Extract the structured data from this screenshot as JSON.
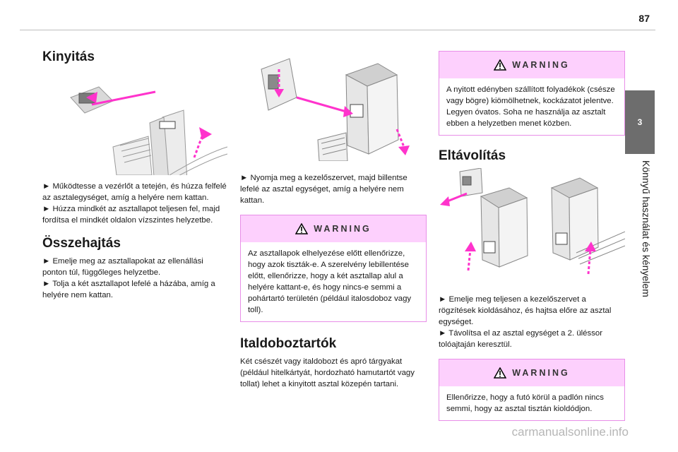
{
  "page_number": "87",
  "chapter": {
    "number": "3",
    "title": "Könnyű használat és kényelem"
  },
  "col1": {
    "heading1": "Kinyitás",
    "steps1": [
      "► Működtesse a vezérlőt a tetején, és húzza felfelé az asztalegységet, amíg a helyére nem kattan.",
      "► Húzza mindkét az asztallapot teljesen fel, majd fordítsa el mindkét oldalon vízszintes helyzetbe."
    ],
    "heading2": "Összehajtás",
    "steps2": [
      "► Emelje meg az asztallapokat az ellenállási ponton túl, függőleges helyzetbe.",
      "► Tolja a két asztallapot lefelé a házába, amíg a helyére nem kattan."
    ]
  },
  "col2": {
    "step": "► Nyomja meg a kezelőszervet, majd billentse lefelé az asztal egységet, amíg a helyére nem kattan.",
    "warning_label": "WARNING",
    "warning_text": "Az asztallapok elhelyezése előtt ellenőrizze, hogy azok tiszták-e. A szerelvény lebillentése előtt, ellenőrizze, hogy a két asztallap alul a helyére kattant-e, és hogy nincs-e semmi a pohártartó területén (például italosdoboz vagy toll).",
    "heading": "Italdoboztartók",
    "body": "Két csészét vagy italdobozt és apró tárgyakat (például hitelkártyát, hordozható hamutartót vagy tollat) lehet a kinyitott asztal közepén tartani."
  },
  "col3": {
    "warning1_label": "WARNING",
    "warning1_text": "A nyitott edényben szállított folyadékok (csésze vagy bögre) kiömölhetnek, kockázatot jelentve. Legyen óvatos. Soha ne használja az asztalt ebben a helyzetben menet közben.",
    "heading": "Eltávolítás",
    "steps": [
      "► Emelje meg teljesen a kezelőszervet a rögzítések kioldásához, és hajtsa előre az asztal egységet.",
      "► Távolítsa el az asztal egységet a 2. üléssor tolóajtaján keresztül."
    ],
    "warning2_label": "WARNING",
    "warning2_text": "Ellenőrizze, hogy a futó körül a padlón nincs semmi, hogy az asztal tisztán kioldódjon."
  },
  "watermark": "carmanualsonline.info",
  "colors": {
    "accent": "#ff33cc",
    "warning_bg": "#fdd0fd",
    "warning_border": "#e88ee8",
    "tab": "#6d6d6d"
  }
}
